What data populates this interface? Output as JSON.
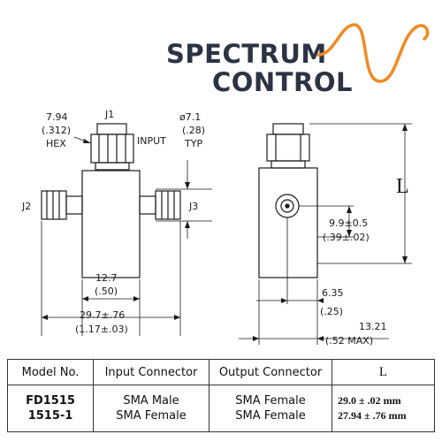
{
  "brand": {
    "line1": "SPECTRUM",
    "line2": "CONTROL",
    "text_color": "#2b3344",
    "accent_color": "#f08a22"
  },
  "drawing": {
    "hex_label": [
      "7.94",
      "(.312)",
      "HEX"
    ],
    "j1": "J1",
    "input": "INPUT",
    "dia_label": [
      "ø7.1",
      "(.28)",
      "TYP"
    ],
    "j2": "J2",
    "j3": "J3",
    "dim_127": [
      "12.7",
      "(.50)"
    ],
    "dim_297": [
      "29.7±.76",
      "(1.17±.03)"
    ],
    "L": "L",
    "dim_99": [
      "9.9±0.5",
      "(.39±.02)"
    ],
    "dim_635": [
      "6.35",
      "(.25)"
    ],
    "dim_1321": [
      "13.21",
      "(.52 MAX)"
    ]
  },
  "table": {
    "headers": [
      "Model No.",
      "Input Connector",
      "Output Connector",
      "L"
    ],
    "models": [
      "FD1515",
      "1515-1"
    ],
    "input_connectors": [
      "SMA Male",
      "SMA Female"
    ],
    "output_connectors": [
      "SMA Female",
      "SMA Female"
    ],
    "lengths": [
      "29.0 ± .02 mm",
      "27.94 ± .76 mm"
    ]
  }
}
